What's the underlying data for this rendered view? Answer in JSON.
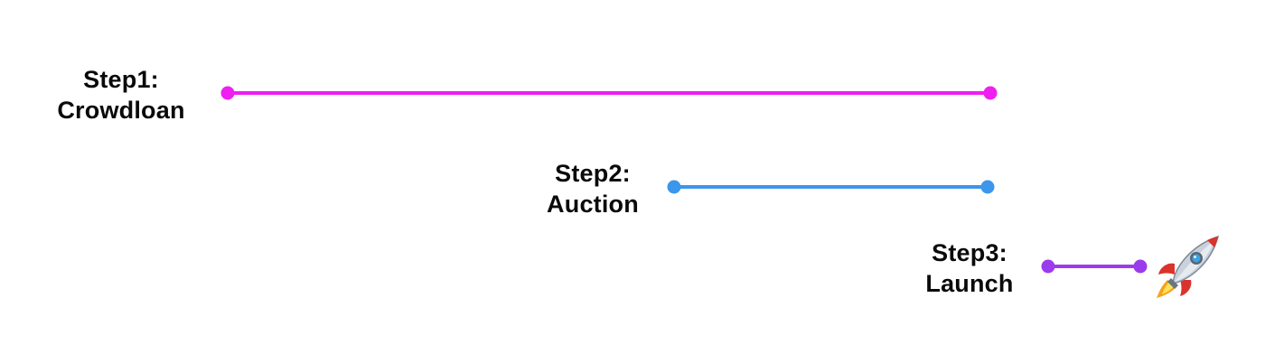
{
  "steps": [
    {
      "id": "step1",
      "title": "Step1:",
      "subtitle": "Crowdloan",
      "color": "#f01ef0"
    },
    {
      "id": "step2",
      "title": "Step2:",
      "subtitle": "Auction",
      "color": "#3c96eb"
    },
    {
      "id": "step3",
      "title": "Step3:",
      "subtitle": "Launch",
      "color": "#9b3cec"
    }
  ],
  "end_icon": "rocket-icon"
}
